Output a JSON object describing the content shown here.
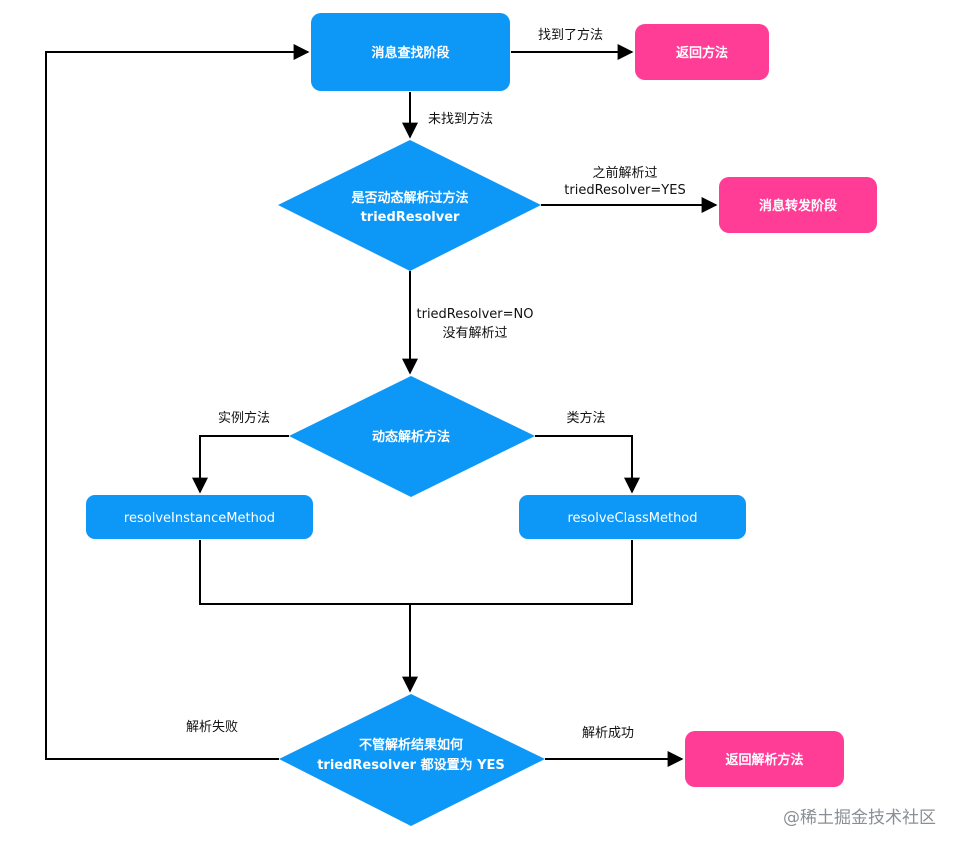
{
  "colors": {
    "blue": "#0D97F7",
    "pink": "#FF3D97",
    "line": "#000000",
    "text_on_node": "#ffffff",
    "watermark": "#8a8f96"
  },
  "nodes": {
    "lookup": "消息查找阶段",
    "return_method": "返回方法",
    "decision_resolved": [
      "是否动态解析过方法",
      "triedResolver"
    ],
    "forwarding": "消息转发阶段",
    "dynamic_resolve": "动态解析方法",
    "resolve_instance": "resolveInstanceMethod",
    "resolve_class": "resolveClassMethod",
    "set_resolved": [
      "不管解析结果如何",
      "triedResolver 都设置为 YES"
    ],
    "return_resolved": "返回解析方法"
  },
  "edges": {
    "found": "找到了方法",
    "not_found": "未找到方法",
    "resolved_before": [
      "之前解析过",
      "triedResolver=YES"
    ],
    "not_resolved": [
      "triedResolver=NO",
      "没有解析过"
    ],
    "instance_method": "实例方法",
    "class_method": "类方法",
    "resolve_fail": "解析失败",
    "resolve_success": "解析成功"
  },
  "watermark": "@稀土掘金技术社区"
}
